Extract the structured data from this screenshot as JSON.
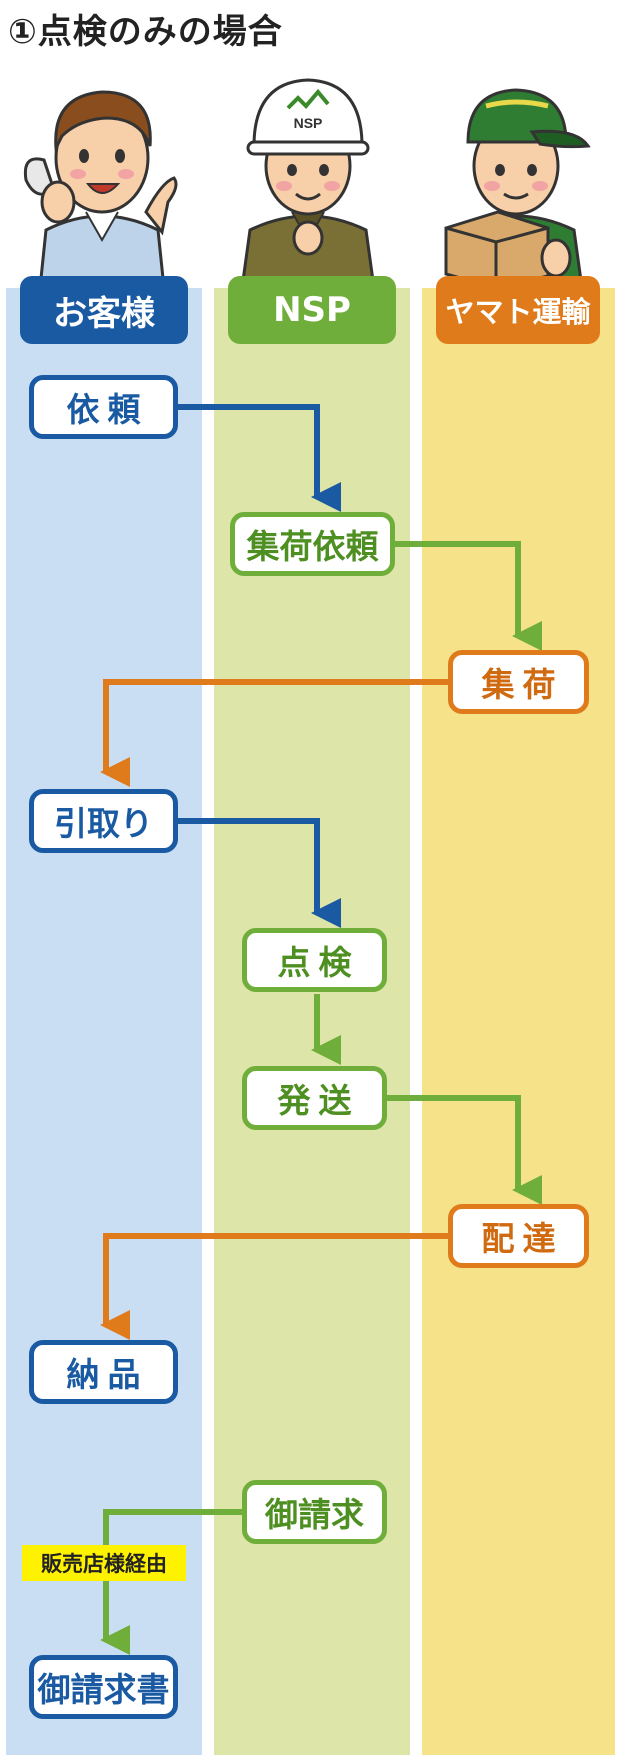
{
  "title": "①点検のみの場合",
  "lanes": {
    "customer": "お客様",
    "nsp": "NSP",
    "yamato": "ヤマト運輸"
  },
  "helmet_logo": "NSP",
  "steps": {
    "request": "依頼",
    "pickup_request": "集荷依頼",
    "pickup": "集荷",
    "collection": "引取り",
    "inspection": "点検",
    "shipping": "発送",
    "delivery": "配達",
    "receipt": "納品",
    "billing": "御請求",
    "invoice": "御請求書"
  },
  "via_label": "販売店様経由",
  "colors": {
    "customer": "#1a5aa3",
    "nsp": "#6fae3a",
    "yamato": "#e07b1b",
    "lane_customer": "#c9def3",
    "lane_nsp": "#dde5a8",
    "lane_yamato": "#f6e289"
  }
}
